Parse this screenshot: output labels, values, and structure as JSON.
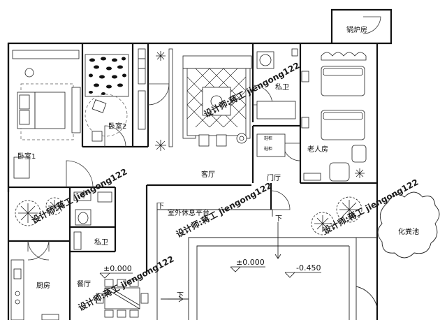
{
  "rooms": {
    "boiler": "锅炉房",
    "bedroom1": "卧室1",
    "bedroom2": "卧室2",
    "bath_top": "私卫",
    "elder_room": "老人房",
    "living": "客厅",
    "hall": "门厅",
    "terrace": "室外休息平台",
    "bath_bottom": "私卫",
    "kitchen": "厨房",
    "dining": "餐厅",
    "septic": "化粪池",
    "cabinet_a": "鞋柜",
    "cabinet_b": "鞋柜"
  },
  "levels": {
    "l1": "±0.000",
    "l2": "±0.000",
    "l3": "-0.450"
  },
  "stairs": {
    "down1": "下",
    "down2": "下",
    "down3": "下"
  },
  "watermark": {
    "text": "设计师:蒋工 jiengong122"
  }
}
